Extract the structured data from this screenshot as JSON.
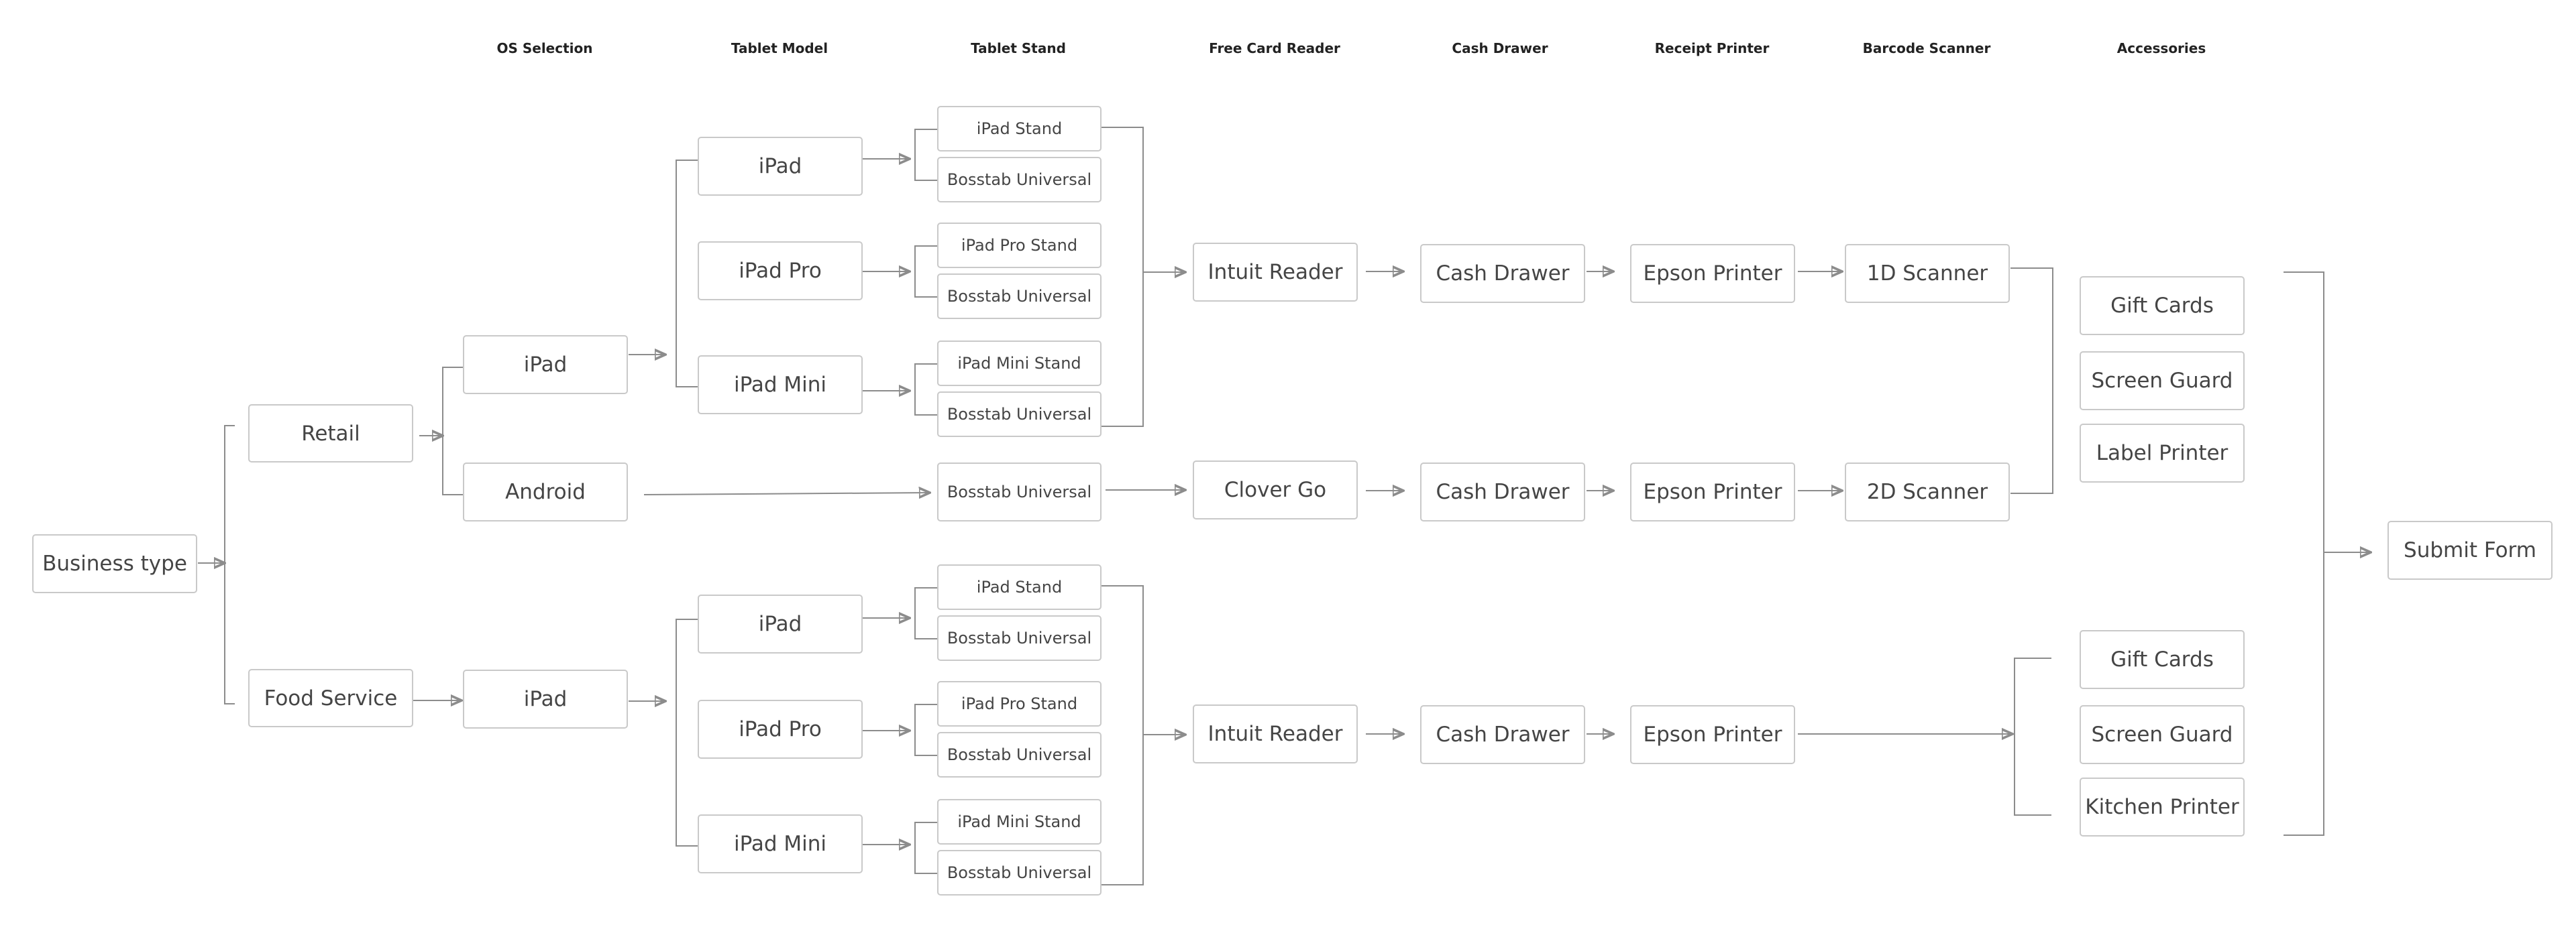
{
  "colors": {
    "connector": "#8c8c8c",
    "border": "#c9c9c9",
    "text": "#454545",
    "header": "#222222"
  },
  "headers": {
    "os": "OS Selection",
    "model": "Tablet Model",
    "stand": "Tablet Stand",
    "reader": "Free Card Reader",
    "drawer": "Cash Drawer",
    "printer": "Receipt Printer",
    "scanner": "Barcode Scanner",
    "accessories": "Accessories"
  },
  "nodes": {
    "business_type": "Business type",
    "retail": "Retail",
    "food_service": "Food Service",
    "retail_ipad": "iPad",
    "retail_android": "Android",
    "food_ipad": "iPad",
    "retail_model_ipad": "iPad",
    "retail_model_ipad_pro": "iPad Pro",
    "retail_model_ipad_mini": "iPad Mini",
    "food_model_ipad": "iPad",
    "food_model_ipad_pro": "iPad Pro",
    "food_model_ipad_mini": "iPad Mini",
    "r_stand_ipad": "iPad Stand",
    "r_stand_ipad_bosstab": "Bosstab Universal",
    "r_stand_pro": "iPad Pro Stand",
    "r_stand_pro_bosstab": "Bosstab Universal",
    "r_stand_mini": "iPad Mini Stand",
    "r_stand_mini_bosstab": "Bosstab Universal",
    "android_stand": "Bosstab Universal",
    "f_stand_ipad": "iPad Stand",
    "f_stand_ipad_bosstab": "Bosstab Universal",
    "f_stand_pro": "iPad Pro Stand",
    "f_stand_pro_bosstab": "Bosstab Universal",
    "f_stand_mini": "iPad Mini Stand",
    "f_stand_mini_bosstab": "Bosstab Universal",
    "reader_ios_retail": "Intuit Reader",
    "reader_android": "Clover Go",
    "reader_ios_food": "Intuit Reader",
    "drawer_ios_retail": "Cash Drawer",
    "drawer_android": "Cash Drawer",
    "drawer_food": "Cash Drawer",
    "printer_ios_retail": "Epson Printer",
    "printer_android": "Epson Printer",
    "printer_food": "Epson Printer",
    "scanner_1d": "1D Scanner",
    "scanner_2d": "2D Scanner",
    "acc_r_gift": "Gift Cards",
    "acc_r_screen": "Screen Guard",
    "acc_r_label": "Label Printer",
    "acc_f_gift": "Gift Cards",
    "acc_f_screen": "Screen Guard",
    "acc_f_kitchen": "Kitchen Printer",
    "submit": "Submit Form"
  }
}
